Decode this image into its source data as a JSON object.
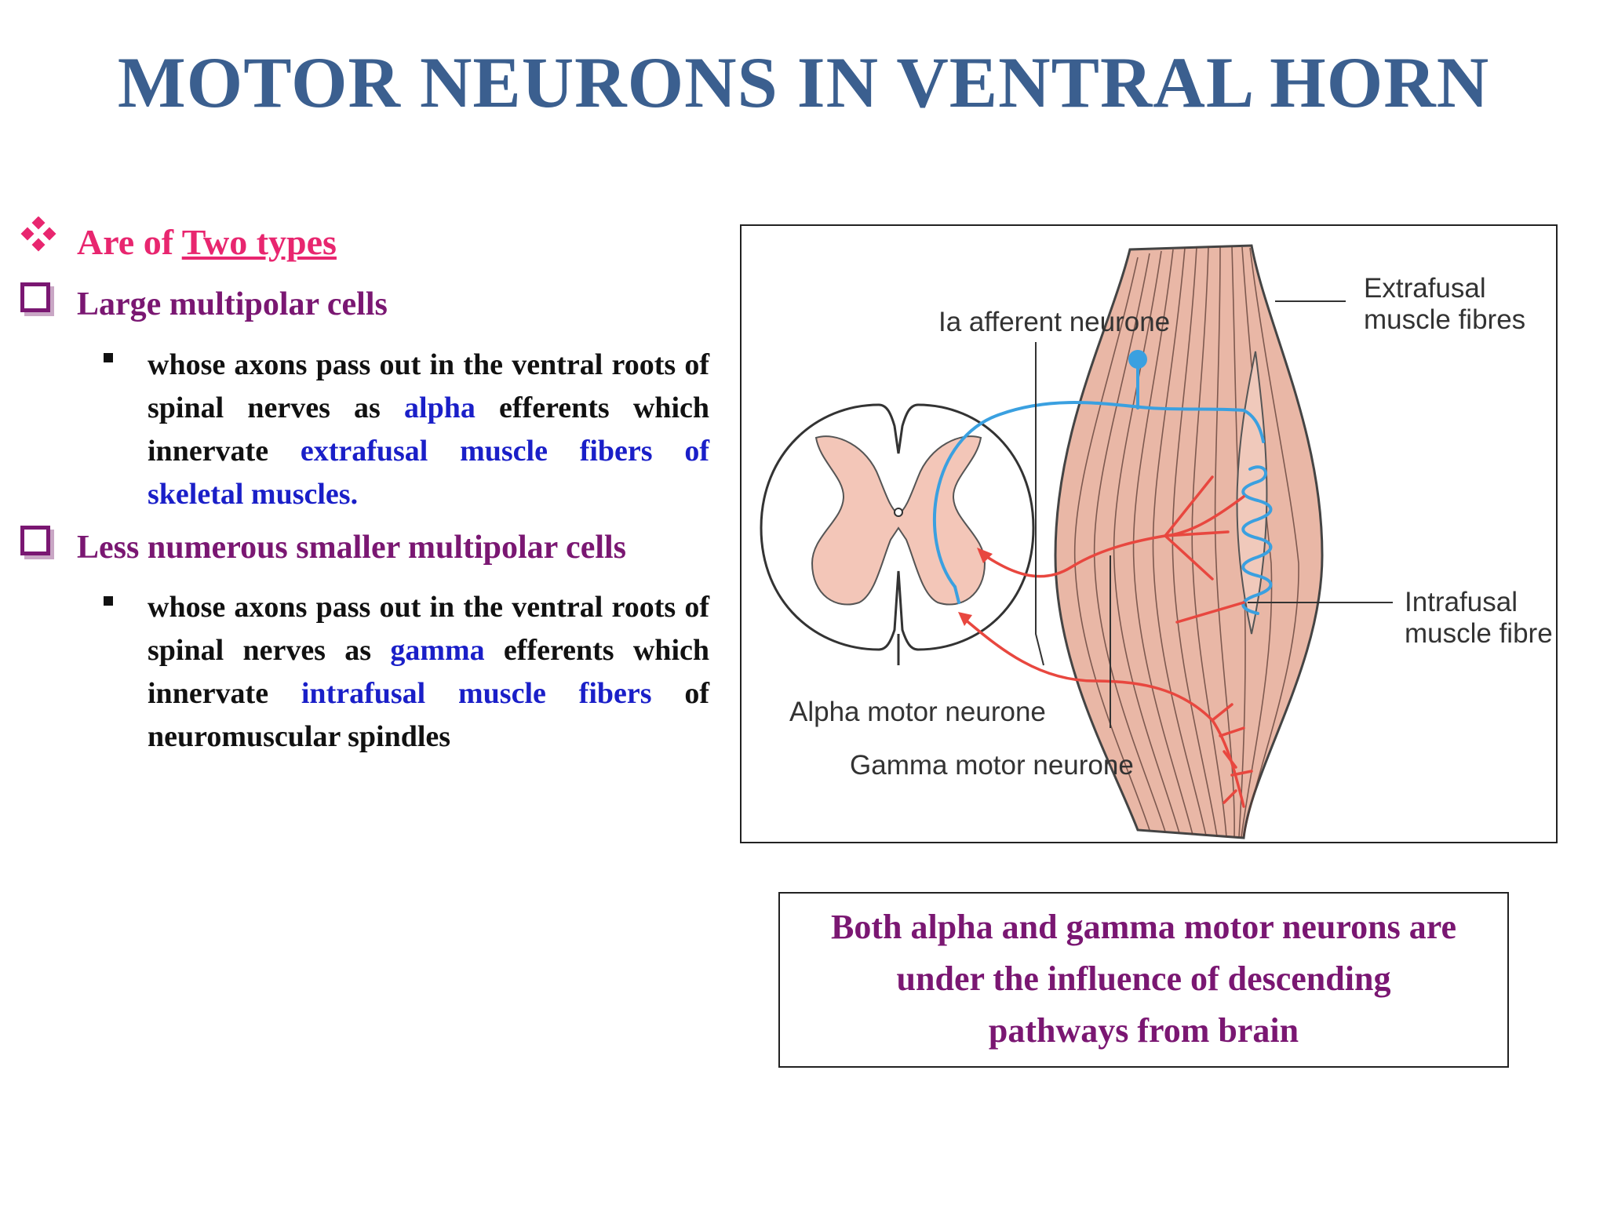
{
  "title": "MOTOR NEURONS IN VENTRAL HORN",
  "types_heading": {
    "prefix": "Are of ",
    "underlined": "Two types"
  },
  "sections": [
    {
      "heading": "Large multipolar cells",
      "body_prefix": "whose axons pass out in the ventral roots of spinal nerves as ",
      "highlight_1": "alpha",
      "body_middle": " efferents which innervate ",
      "highlight_2": "extrafusal muscle fibers of skeletal muscles."
    },
    {
      "heading": "Less numerous smaller multipolar cells",
      "body_prefix": "whose axons pass out in the ventral roots of spinal nerves as ",
      "highlight_1": "gamma",
      "body_middle": " efferents which innervate ",
      "highlight_2": "intrafusal muscle fibers",
      "body_suffix": " of neuromuscular spindles"
    }
  ],
  "diagram": {
    "labels": {
      "ia_afferent": "Ia afferent neurone",
      "extrafusal_1": "Extrafusal",
      "extrafusal_2": "muscle fibres",
      "intrafusal_1": "Intrafusal",
      "intrafusal_2": "muscle fibre",
      "alpha": "Alpha motor neurone",
      "gamma": "Gamma motor neurone"
    },
    "colors": {
      "afferent": "#3aa0e0",
      "efferent": "#e8473f",
      "grey_matter": "#f3c6b8",
      "muscle": "#e9b7a6"
    }
  },
  "note": {
    "line1": "Both alpha and gamma motor neurons are",
    "line2": "under the influence of descending",
    "line3": "pathways from brain"
  },
  "colors": {
    "title": "#3b5f8f",
    "pink": "#e8266f",
    "purple": "#7a1772",
    "blue": "#1a1fc8"
  }
}
